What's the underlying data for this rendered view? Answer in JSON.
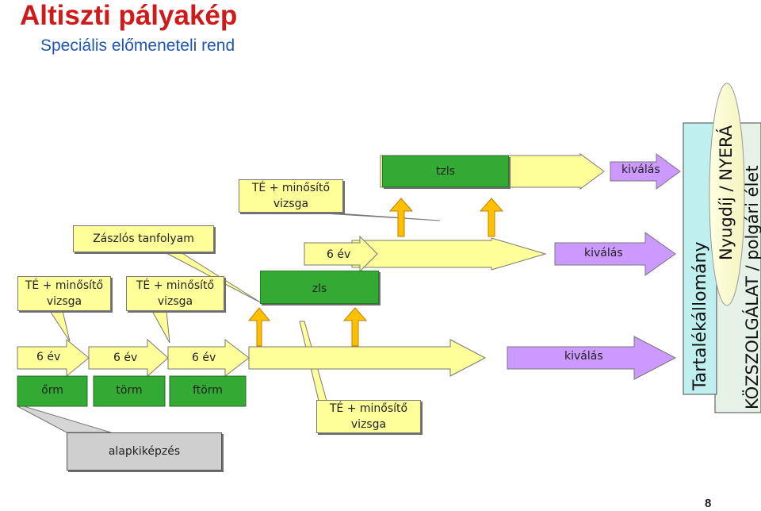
{
  "header": {
    "title": "Altiszti pályakép",
    "subtitle": "Speciális előmeneteli rend"
  },
  "callouts": {
    "exam_left": [
      "TÉ + minősítő",
      "vizsga"
    ],
    "flag_course": "Zászlós tanfolyam",
    "exam_mid": [
      "TÉ + minősítő",
      "vizsga"
    ],
    "exam_top": [
      "TÉ + minősítő",
      "vizsga"
    ],
    "exam_bottom": [
      "TÉ + minősítő",
      "vizsga"
    ]
  },
  "ranks": {
    "orm": "őrm",
    "torm": "törm",
    "ftorm": "ftörm",
    "zls": "zls",
    "tzls": "tzls"
  },
  "durations": {
    "d1": "6 év",
    "d2": "6 év",
    "d3": "6 év",
    "d4": "6 év"
  },
  "basic_training": "alapkiképzés",
  "exits": {
    "top": "kiválás",
    "middle": "kiválás",
    "bottom": "kiválás"
  },
  "side_panels": {
    "reserve": "Tartalékállomány",
    "pension": "Nyugdíj / NYERÁ",
    "public_service": "KÖZSZOLGÁLAT / polgári élet"
  },
  "page_number": "8",
  "colors": {
    "title": "#ce1a1a",
    "subtitle": "#1f56b4",
    "arrow_fill": "#ffff99",
    "callout_fill": "#ffff99",
    "exit_fill": "#cc99ff",
    "rank_green": "#33aa33",
    "up_arrow": "#ffc000",
    "reserve_panel": "#bff0ef",
    "pension_fill": "#ffffcc"
  }
}
